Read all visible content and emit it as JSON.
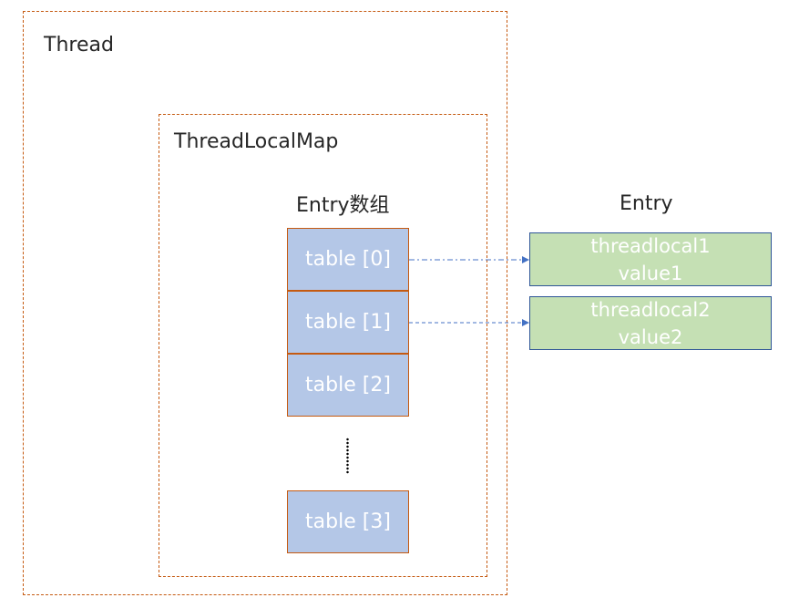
{
  "thread": {
    "label": "Thread"
  },
  "thread_local_map": {
    "label": "ThreadLocalMap"
  },
  "entry_array": {
    "label": "Entry数组",
    "cells": [
      "table [0]",
      "table [1]",
      "table [2]",
      "table [3]"
    ],
    "ellipsis": "vertical-dots"
  },
  "entries": {
    "label": "Entry",
    "items": [
      {
        "key": "threadlocal1",
        "value": "value1"
      },
      {
        "key": "threadlocal2",
        "value": "value2"
      }
    ]
  },
  "colors": {
    "dashed_border": "#c55a11",
    "cell_fill": "#b4c7e7",
    "entry_fill": "#c5e0b4",
    "entry_border": "#2f5597",
    "arrow": "#4472c4",
    "text": "#262626"
  }
}
